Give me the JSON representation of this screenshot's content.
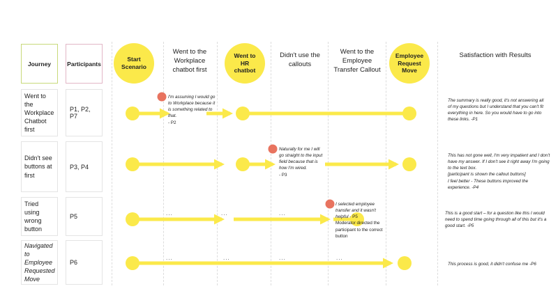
{
  "headers": {
    "journey": "Journey",
    "participants": "Participants",
    "start": "Start\nScenario",
    "went_workplace": "Went to the Workplace chatbot first",
    "hr_chatbot": "Went to\nHR\nchatbot",
    "didnt_use": "Didn't use the callouts",
    "transfer": "Went to the Employee Transfer Callout",
    "employee_request": "Employee\nRequest\nMove",
    "satisfaction": "Satisfaction with Results"
  },
  "rows": [
    {
      "journey": "Went to the Workplace Chatbot first",
      "participants": "P1, P2, P7",
      "satisfaction": "The summary is really good, it's not answering all of my questions but I understand that you can't fit everything in here. So you would have to go into these links. -P1"
    },
    {
      "journey": "Didn't see buttons at first",
      "participants": "P3, P4",
      "satisfaction": "This has not gone well, I'm very impatient and I don't have my answer. If I don't see it right away I'm going to the text box.\n[participant is shown the callout buttons]\nI feel better - These buttons improved the experience. -P4"
    },
    {
      "journey": "Tried using wrong button",
      "participants": "P5",
      "satisfaction": "This is a good start – for a question like this I would need to spend time going through all of this but it's a good start. -P5"
    },
    {
      "journey": "Navigated to Employee Requested Move",
      "participants": "P6",
      "satisfaction": "This process is good, it didn't confuse me -P6"
    }
  ],
  "notes": {
    "p2": "I'm assuming I would go to Workplace because it is something related to that.",
    "p2_attr": "- P2",
    "p3": "Naturally for me I will go straight to the input field because that is how I'm wired.",
    "p3_attr": "- P3",
    "p5": "I selected employee transfer and it wasn't helpful",
    "p5_attr": " - P5",
    "p5_mod": "Moderator directed the participant to the correct button"
  },
  "ellipsis": "...",
  "colors": {
    "yellow": "#fbe94a",
    "red_dot": "#e8735f",
    "journey_border": "#c8d97a",
    "participants_border": "#e2b6c6"
  }
}
